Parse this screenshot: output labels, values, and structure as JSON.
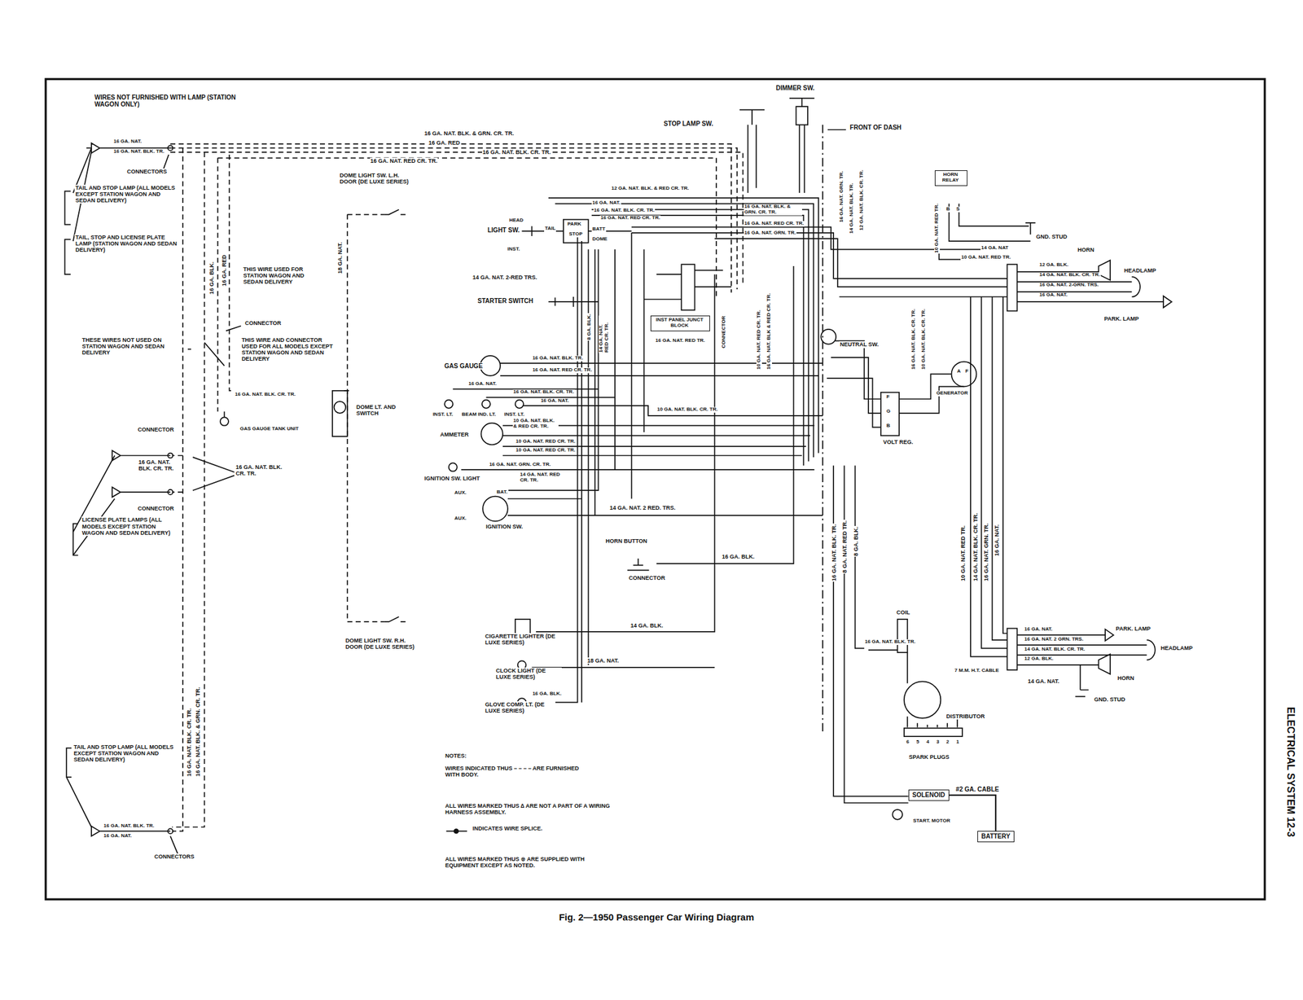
{
  "diagram": {
    "caption": "Fig. 2—1950 Passenger Car Wiring Diagram",
    "nodes": [
      {
        "text": [
          "HORN RELAY"
        ]
      },
      {
        "text": [
          "INST PANEL JUNCT BLOCK"
        ]
      },
      {
        "text": [
          "SOLENOID"
        ]
      },
      {
        "text": [
          "BATTERY"
        ]
      }
    ],
    "edges": [
      {
        "from": 2,
        "to": 3,
        "label": "#2 GA. CABLE",
        "arrow": "none"
      }
    ],
    "labels": [
      "WIRES NOT FURNISHED WITH LAMP (STATION WAGON ONLY)",
      "16 GA. NAT.",
      "16 GA. NAT. BLK. TR.",
      "CONNECTORS",
      "TAIL AND STOP LAMP (ALL MODELS EXCEPT STATION WAGON AND SEDAN DELIVERY)",
      "TAIL, STOP AND LICENSE PLATE LAMP (STATION WAGON AND SEDAN DELIVERY)",
      "16 GA. NAT. BLK. & GRN. CR. TR.",
      "16 GA. RED",
      "16 GA. NAT. BLK. CR. TR.",
      "16 GA. NAT. RED CR. TR.",
      "DOME LIGHT SW. L.H. DOOR (DE LUXE SERIES)",
      "16 GA. BLK.",
      "16 GA. RED",
      "THIS WIRE USED FOR STATION WAGON AND SEDAN DELIVERY",
      "CONNECTOR",
      "THIS WIRE AND CONNECTOR USED FOR ALL MODELS EXCEPT STATION WAGON AND SEDAN DELIVERY",
      "18 GA. NAT.",
      "16 GA. NAT. BLK. CR. TR.",
      "GAS GAUGE TANK UNIT",
      "THESE WIRES NOT USED ON STATION WAGON AND SEDAN DELIVERY",
      "DOME LT. AND SWITCH",
      "CONNECTOR",
      "16 GA. NAT. BLK. CR. TR.",
      "16 GA. NAT. BLK. CR. TR.",
      "CONNECTOR",
      "LICENSE PLATE LAMPS (ALL MODELS EXCEPT STATION WAGON AND SEDAN DELIVERY)",
      "16 GA. NAT. BLK. CR. TR.",
      "16 GA. NAT. BLK. & GRN. CR. TR.",
      "TAIL AND STOP LAMP (ALL MODELS EXCEPT STATION WAGON AND SEDAN DELIVERY)",
      "16 GA. NAT. BLK. TR.",
      "16 GA. NAT.",
      "CONNECTORS",
      "DOME LIGHT SW. R.H. DOOR (DE LUXE SERIES)",
      "STOP LAMP SW.",
      "DIMMER SW.",
      "FRONT OF DASH",
      "12 GA. NAT. BLK. & RED CR. TR.",
      "16 GA. NAT.",
      "16 GA. NAT. BLK. CR. TR.",
      "16 GA. NAT. RED CR. TR.",
      "16 GA. NAT. BLK. & GRN. CR. TR.",
      "16 GA. NAT. RED CR. TR.",
      "16 GA. NAT. GRN. TR.",
      "LIGHT SW.",
      "HEAD",
      "PARK",
      "TAIL",
      "STOP",
      "BATT",
      "DOME",
      "INST.",
      "14 GA. NAT. 2-RED TRS.",
      "STARTER SWITCH",
      "16 GA. NAT. RED TR.",
      "8 GA. BLK.",
      "14 GA. NAT. RED CR. TR.",
      "CONNECTOR",
      "10 GA. NAT. RED CR. TR.",
      "16 GA. NAT. BLK & RED CR. TR.",
      "16 GA. NAT. GRN. TR.",
      "14 GA. NAT. BLK. TR.",
      "12 GA. NAT. BLK. CR. TR.",
      "H",
      "B",
      "S",
      "10 GA. NAT. RED TR.",
      "GND. STUD",
      "HORN",
      "14 GA. NAT",
      "10 GA. NAT. RED TR.",
      "HEADLAMP",
      "12 GA. BLK.",
      "14 GA. NAT. BLK. CR. TR.",
      "16 GA. NAT. 2-GRN. TRS.",
      "16 GA. NAT.",
      "PARK. LAMP",
      "NEUTRAL SW.",
      "16 GA. NAT. BLK. CR. TR.",
      "10 GA. NAT. BLK. CR. TR.",
      "A",
      "F",
      "GENERATOR",
      "F",
      "G",
      "B",
      "VOLT REG.",
      "GAS GAUGE",
      "16 GA. NAT. BLK. TR.",
      "16 GA. NAT. RED CR. TR.",
      "16 GA. NAT.",
      "16 GA. NAT. BLK. CR. TR.",
      "16 GA. NAT.",
      "INST. LT.",
      "BEAM IND. LT.",
      "INST. LT.",
      "AMMETER",
      "10 GA. NAT. BLK. & RED CR. TR.",
      "10 GA. NAT. RED CR. TR.",
      "10 GA. NAT. RED CR. TR.",
      "10 GA. NAT. BLK. CR. TR.",
      "16 GA. NAT. GRN. CR. TR.",
      "IGNITION SW. LIGHT",
      "14 GA. NAT. RED CR. TR.",
      "BAT.",
      "AUX.",
      "AUX.",
      "IGNITION SW.",
      "14 GA. NAT. 2 RED. TRS.",
      "HORN BUTTON",
      "CONNECTOR",
      "16 GA. BLK.",
      "16 GA. NAT. BLK. TR.",
      "8 GA. NAT. RED TR.",
      "8 GA. BLK.",
      "10 GA. NAT. RED TR.",
      "14 GA. NAT. BLK. CR. TR.",
      "16 GA. NAT. GRN. TR.",
      "16 GA. NAT.",
      "CIGARETTE LIGHTER (DE LUXE SERIES)",
      "14 GA. BLK.",
      "CLOCK LIGHT (DE LUXE SERIES)",
      "18 GA. NAT.",
      "GLOVE COMP. LT. (DE LUXE SERIES)",
      "16 GA. BLK.",
      "COIL",
      "16 GA. NAT. BLK. TR.",
      "7 M.M. H.T. CABLE",
      "DISTRIBUTOR",
      "SPARK PLUGS",
      "6",
      "5",
      "4",
      "3",
      "2",
      "1",
      "START. MOTOR",
      "PARK. LAMP",
      "16 GA. NAT.",
      "16 GA. NAT. 2 GRN. TRS.",
      "14 GA. NAT. BLK. CR. TR.",
      "12 GA. BLK.",
      "HEADLAMP",
      "HORN",
      "14 GA. NAT.",
      "GND. STUD",
      "NOTES:",
      "WIRES INDICATED THUS – – – – ARE FURNISHED WITH BODY.",
      "ALL WIRES MARKED THUS ∆ ARE NOT A PART OF A WIRING HARNESS ASSEMBLY.",
      "INDICATES WIRE SPLICE.",
      "ALL WIRES MARKED THUS ⊗ ARE SUPPLIED WITH EQUIPMENT EXCEPT AS NOTED.",
      "ELECTRICAL SYSTEM 12-3"
    ]
  }
}
